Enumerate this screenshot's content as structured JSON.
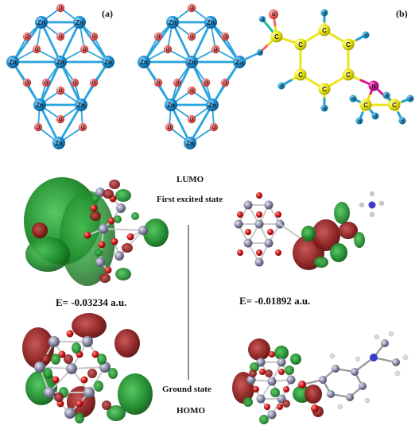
{
  "panel_labels": {
    "a": "(a)",
    "b": "(b)"
  },
  "atoms": {
    "zn": "Zn",
    "o": "O",
    "c": "C",
    "h": "H",
    "n": "N"
  },
  "states": {
    "lumo": "LUMO",
    "first_excited": "First excited state",
    "ground": "Ground state",
    "homo": "HOMO"
  },
  "energies": {
    "left": "E= -0.03234 a.u.",
    "right": "E= -0.01892 a.u."
  },
  "colors": {
    "zn": "#1f9ee2",
    "o": "#f26565",
    "c": "#f2ee14",
    "h": "#1fa0d8",
    "n": "#e0149a",
    "bond": "#2aa4df",
    "orbital_green": "#1d8a2a",
    "orbital_red": "#8b1d1d",
    "orb_zn": "#8f8fad",
    "orb_o": "#d11a1a"
  }
}
